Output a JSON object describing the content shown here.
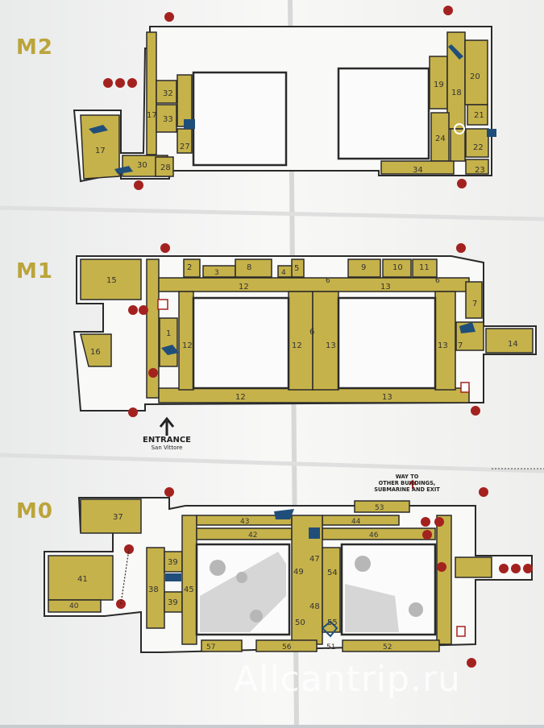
{
  "floors": {
    "m2": {
      "label": "M2"
    },
    "m1": {
      "label": "M1"
    },
    "m0": {
      "label": "M0"
    }
  },
  "entrance": {
    "title": "ENTRANCE",
    "subtitle": "San Vittore"
  },
  "way_out": {
    "line1": "WAY TO",
    "line2": "OTHER BUILDINGS,",
    "line3": "SUBMARINE AND EXIT"
  },
  "watermark": "Allcantrip.ru",
  "colors": {
    "room_fill": "#c6b24a",
    "wall": "#2a2a2a",
    "paper": "#f6f6f4",
    "marker": "#a3221f",
    "exhibit": "#1f4e7a"
  },
  "rooms": {
    "m2": [
      "17",
      "17",
      "30",
      "28",
      "32",
      "33",
      "27",
      "19",
      "18",
      "20",
      "21",
      "24",
      "22",
      "23",
      "34"
    ],
    "m1": [
      "15",
      "16",
      "2",
      "3",
      "8",
      "5",
      "4",
      "9",
      "10",
      "11",
      "6",
      "6",
      "12",
      "12",
      "12",
      "12",
      "1",
      "6",
      "13",
      "13",
      "13",
      "13",
      "7",
      "7",
      "14"
    ],
    "m0": [
      "37",
      "41",
      "40",
      "38",
      "39",
      "39",
      "45",
      "43",
      "42",
      "44",
      "46",
      "53",
      "47",
      "49",
      "54",
      "48",
      "50",
      "55",
      "51",
      "57",
      "56",
      "52"
    ]
  }
}
